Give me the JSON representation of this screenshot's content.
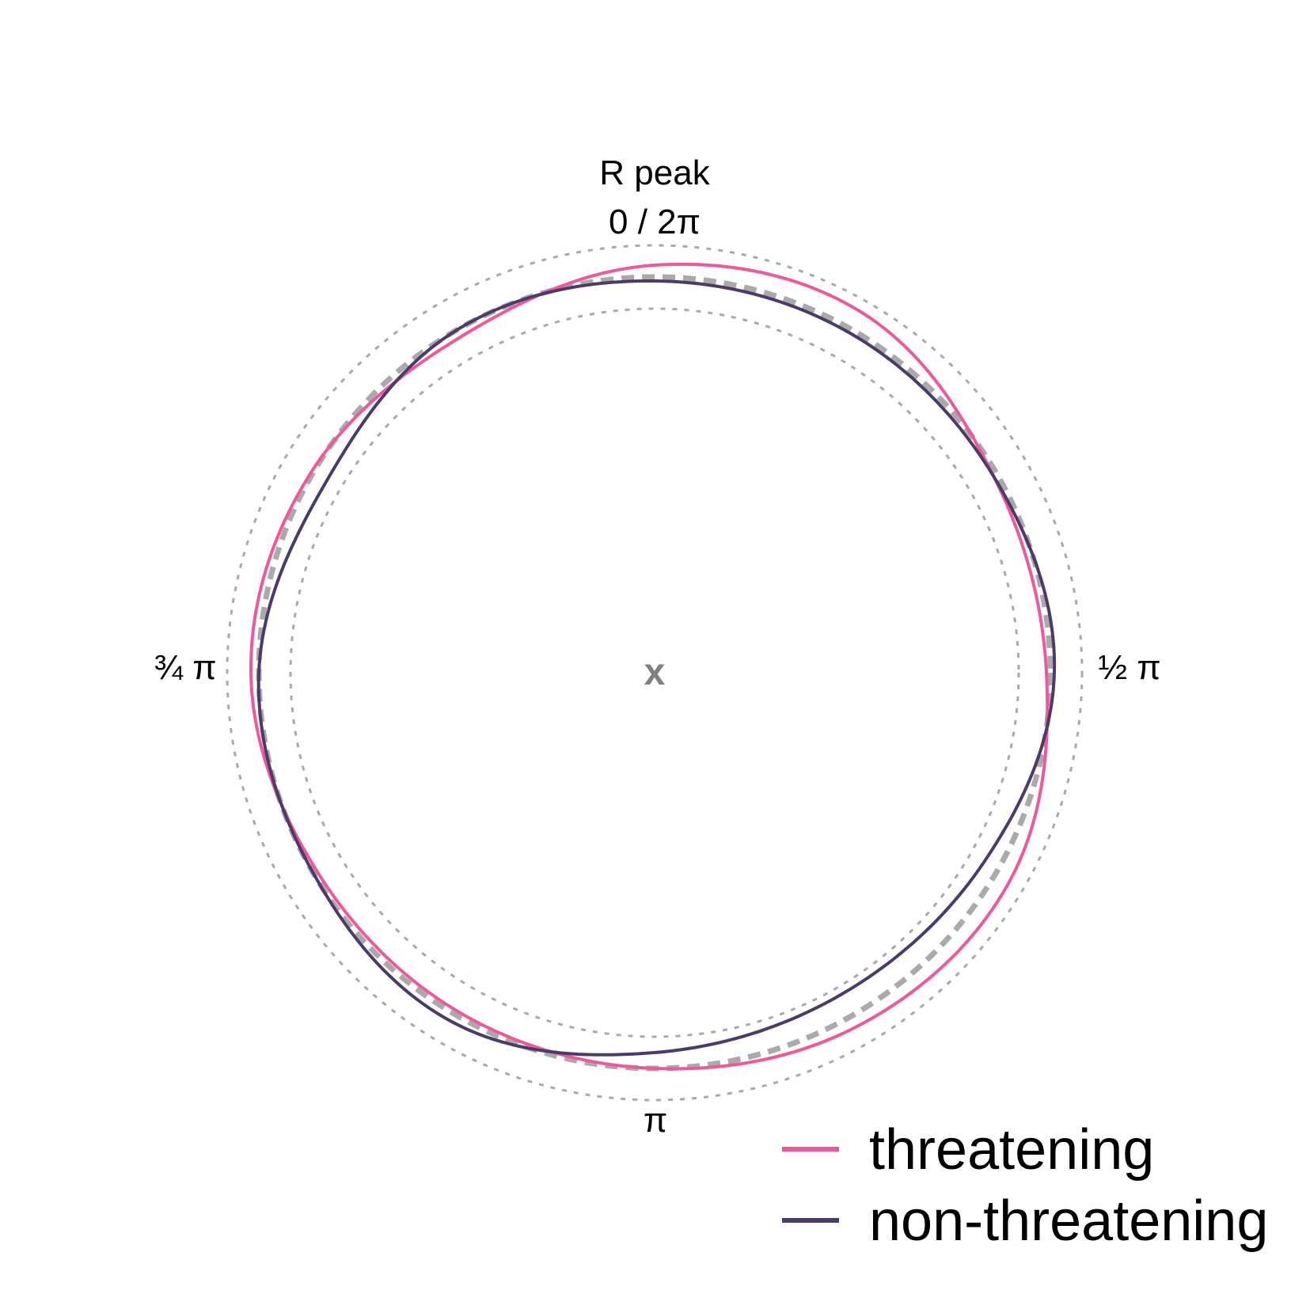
{
  "chart_data": {
    "type": "polar-line",
    "angle_unit": "radians",
    "direction": "clockwise",
    "angle_zero_at": "top",
    "axis_labels": [
      {
        "id": "top",
        "angle": 0,
        "lines": [
          "R peak",
          "0 / 2π"
        ]
      },
      {
        "id": "right",
        "angle": 1.5708,
        "lines": [
          "½ π"
        ]
      },
      {
        "id": "bottom",
        "angle": 3.1416,
        "lines": [
          "π"
        ]
      },
      {
        "id": "left",
        "angle": 4.7124,
        "lines": [
          "¾ π"
        ]
      }
    ],
    "center_marker": "x",
    "r_max": 1.0,
    "reference_circles": [
      {
        "r": 0.92,
        "style": "dotted",
        "color": "#aaaaaa"
      },
      {
        "r": 1.0,
        "style": "dashed-thick",
        "color": "#aaaaaa"
      },
      {
        "r": 1.08,
        "style": "dotted",
        "color": "#aaaaaa"
      }
    ],
    "series": [
      {
        "name": "threatening",
        "color": "#f2579a",
        "angles": [
          0,
          0.524,
          1.047,
          1.571,
          2.094,
          2.618,
          3.142,
          3.665,
          4.189,
          4.712,
          5.236,
          5.76
        ],
        "r": [
          1.03,
          1.05,
          0.99,
          0.99,
          1.04,
          1.03,
          1.0,
          0.99,
          0.99,
          1.02,
          1.005,
          0.98
        ]
      },
      {
        "name": "non-threatening",
        "color": "#4b3a6b",
        "angles": [
          0,
          0.524,
          1.047,
          1.571,
          2.094,
          2.618,
          3.142,
          3.665,
          4.189,
          4.712,
          5.236,
          5.76
        ],
        "r": [
          0.99,
          0.99,
          0.99,
          1.01,
          0.96,
          0.94,
          0.96,
          1.02,
          1.0,
          1.0,
          0.96,
          1.0
        ]
      }
    ],
    "legend": {
      "placement": "bottom-right",
      "entries": [
        {
          "label": "threatening",
          "color": "#f2579a"
        },
        {
          "label": "non-threatening",
          "color": "#4b3a6b"
        }
      ]
    }
  }
}
